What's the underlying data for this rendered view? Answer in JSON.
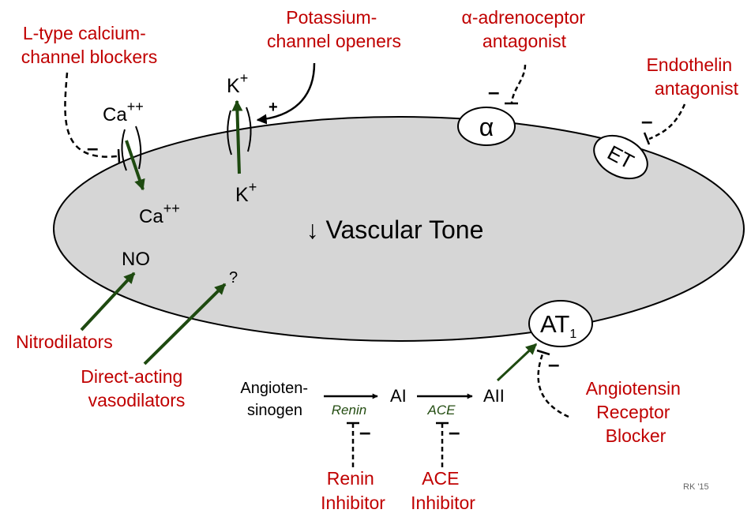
{
  "colors": {
    "cell_fill": "#d6d6d6",
    "drug_label": "#c00000",
    "activation_arrow": "#1e4a10",
    "text": "#000000"
  },
  "cell": {
    "label": "↓ Vascular Tone"
  },
  "ions": {
    "ca_out": "Ca",
    "ca_out_sup": "++",
    "ca_in": "Ca",
    "ca_in_sup": "++",
    "k_in": "K",
    "k_in_sup": "+",
    "k_out": "K",
    "k_out_sup": "+"
  },
  "intracellular": {
    "no": "NO",
    "unknown": "?"
  },
  "receptors": {
    "alpha": "α",
    "et": "ET",
    "at1": "AT",
    "at1_sub": "1"
  },
  "signs": {
    "plus": "+",
    "minus": "–"
  },
  "drugs": {
    "calcium_blockers": [
      "L-type calcium-",
      "channel blockers"
    ],
    "potassium_openers": [
      "Potassium-",
      "channel openers"
    ],
    "alpha_antagonist": [
      "α-adrenoceptor",
      "antagonist"
    ],
    "endothelin_antagonist": [
      "Endothelin",
      "antagonist"
    ],
    "nitrodilators": [
      "Nitrodilators"
    ],
    "direct_acting": [
      "Direct-acting",
      "vasodilators"
    ],
    "arb": [
      "Angiotensin",
      "Receptor",
      "Blocker"
    ],
    "renin_inhibitor": [
      "Renin",
      "Inhibitor"
    ],
    "ace_inhibitor": [
      "ACE",
      "Inhibitor"
    ]
  },
  "raas": {
    "angiotensinogen": [
      "Angioten-",
      "sinogen"
    ],
    "ai": "AI",
    "aii": "AII",
    "renin": "Renin",
    "ace": "ACE"
  },
  "credit": "RK '15"
}
